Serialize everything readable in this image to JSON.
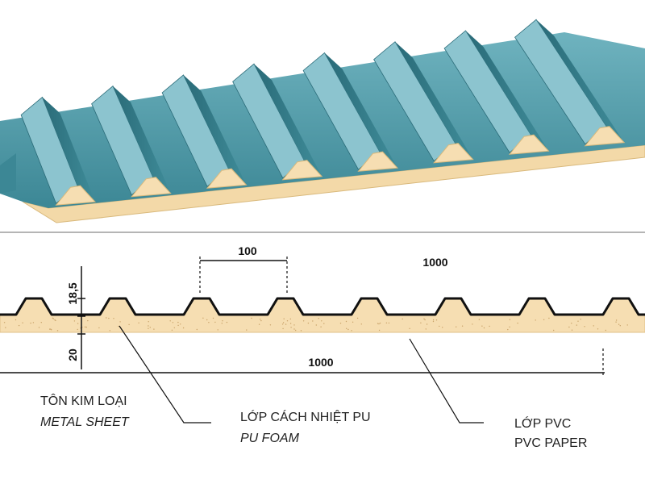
{
  "dimensions": {
    "rib_height": "18,5",
    "rib_pitch": "100",
    "panel_width_top": "1000",
    "panel_width_bottom": "1000",
    "foam_thickness": "20"
  },
  "labels": {
    "metal_sheet_vi": "TÔN KIM LOẠI",
    "metal_sheet_en": "METAL SHEET",
    "pu_foam_vi": "LỚP CÁCH NHIỆT PU",
    "pu_foam_en": "PU FOAM",
    "pvc_vi": "LỚP PVC",
    "pvc_en": "PVC PAPER"
  },
  "colors": {
    "steel_top": "#4f9aa8",
    "steel_dark": "#2a6b78",
    "steel_light": "#8cc4cf",
    "foam": "#f6deb2",
    "foam_edge": "#e6c791",
    "line": "#111111"
  },
  "icons": {
    "hero": "corrugated-panel-3d-illustration",
    "section": "panel-cross-section"
  }
}
